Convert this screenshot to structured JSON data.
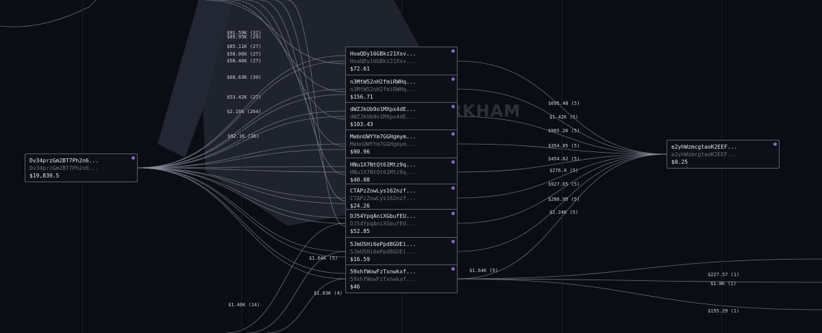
{
  "watermark": {
    "text": "ARKHAM",
    "icon": "arkham-logo-icon"
  },
  "source_node": {
    "address": "Dv34przGm2BT7Ph2n6...",
    "sub": "Dv34przGm2BT7Ph2n6...",
    "value": "$19,839.5"
  },
  "target_node": {
    "address": "e2yhWzmcgtaoK2EEF...",
    "sub": "e2yhWzmcgtaoK2EEF...",
    "value": "$0.25"
  },
  "middle_nodes": [
    {
      "address": "HoaQDy16GBkz21Xsv...",
      "sub": "HoaQDy16GBkz21Xsv...",
      "value": "$72.61"
    },
    {
      "address": "n3MtW52nH2fmiRWHq...",
      "sub": "n3MtW52nH2fmiRWHq...",
      "value": "$156.71"
    },
    {
      "address": "dWZJkUb9o1MXpx4dE...",
      "sub": "dWZJkUb9o1MXpx4dE...",
      "value": "$103.43"
    },
    {
      "address": "MebnUWYYm7GGHgmym...",
      "sub": "MebnUWYYm7GGHgmym...",
      "value": "$90.96"
    },
    {
      "address": "HNu1X7NtQt61Mtz9q...",
      "sub": "HNu1X7NtQt61Mtz9q...",
      "value": "$40.08"
    },
    {
      "address": "CTAPzZowLys162nzf...",
      "sub": "CTAPzZowLys162nzf...",
      "value": "$24.26"
    },
    {
      "address": "DJ54YpqAniXGbufEU...",
      "sub": "DJ54YpqAniXGbufEU...",
      "value": "$52.85"
    },
    {
      "address": "5JmUSHi6ePpd8GUEi...",
      "sub": "5JmUSHi6ePpd8GUEi...",
      "value": "$16.59"
    },
    {
      "address": "59xhfWowFzTxnwkxf...",
      "sub": "59xhfWowFzTxnwkxf...",
      "value": "$46"
    }
  ],
  "left_edge_labels": [
    "$91.59K (32)",
    "$89.95K (29)",
    "$85.11K (27)",
    "$58.06K (27)",
    "$58.46K (27)",
    "$68.63K (39)",
    "$53.42K (27)",
    "$2.16K (264)",
    "$92.1K (26)",
    "$1.64K (5)",
    "$1.83K (4)",
    "$1.46K (14)"
  ],
  "right_edge_labels": [
    "$695.48 (5)",
    "$1.42K (5)",
    "$965.26 (5)",
    "$354.85 (5)",
    "$454.62 (5)",
    "$276.6 (5)",
    "$927.65 (5)",
    "$288.95 (5)",
    "$2.24K (5)",
    "$1.64K (5)",
    "$227.57 (1)",
    "$1.8K (1)",
    "$155.29 (1)"
  ],
  "colors": {
    "background": "#0b0d14",
    "edge": "#8a8f9c",
    "node_border": "#5b6070",
    "accent_dot": "#8a63d2"
  }
}
